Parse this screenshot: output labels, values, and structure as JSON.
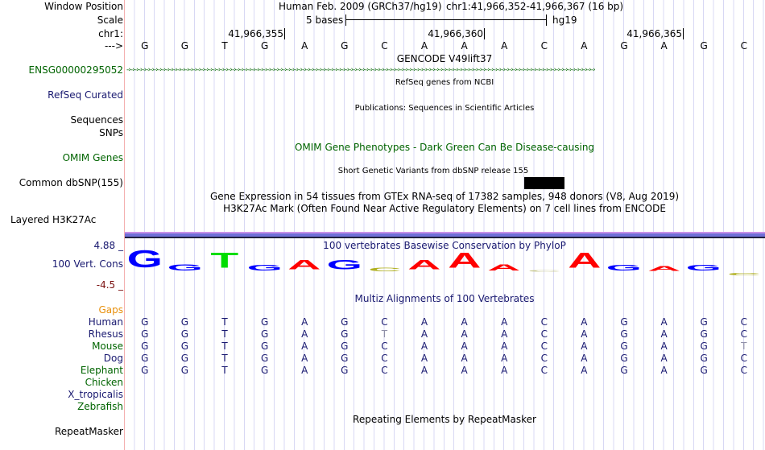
{
  "header": {
    "window_position_label": "Window Position",
    "assembly": "Human Feb. 2009 (GRCh37/hg19)",
    "position": "chr1:41,966,352-41,966,367 (16 bp)",
    "scale_label": "Scale",
    "scale_text": "5 bases",
    "scale_db": "hg19",
    "chrom_label": "chr1:",
    "ticks": [
      "41,966,355",
      "41,966,360",
      "41,966,365"
    ],
    "strand_label": "--->"
  },
  "bases": [
    "G",
    "G",
    "T",
    "G",
    "A",
    "G",
    "C",
    "A",
    "A",
    "A",
    "C",
    "A",
    "G",
    "A",
    "G",
    "C"
  ],
  "tracks": {
    "gencode_title": "GENCODE V49lift37",
    "gencode_label": "ENSG00000295052",
    "refseq_title": "RefSeq genes from NCBI",
    "refseq_label": "RefSeq Curated",
    "pubs_title": "Publications: Sequences in Scientific Articles",
    "pubs_label1": "Sequences",
    "pubs_label2": "SNPs",
    "omim_title": "OMIM Gene Phenotypes - Dark Green Can Be Disease-causing",
    "omim_label": "OMIM Genes",
    "snp_title": "Short Genetic Variants from dbSNP release 155",
    "snp_label": "Common dbSNP(155)",
    "gtex_title": "Gene Expression in 54 tissues from GTEx RNA-seq of 17382 samples, 948 donors (V8, Aug 2019)",
    "h3k_title": "H3K27Ac Mark (Often Found Near Active Regulatory Elements) on 7 cell lines from ENCODE",
    "h3k_label": "Layered H3K27Ac",
    "cons_title": "100 vertebrates Basewise Conservation by PhyloP",
    "cons_label": "100 Vert. Cons",
    "cons_max": "4.88 _",
    "cons_min": "-4.5 _",
    "multiz_title": "Multiz Alignments of 100 Vertebrates",
    "gaps_label": "Gaps",
    "rmsk_title": "Repeating Elements by RepeatMasker",
    "rmsk_label": "RepeatMasker"
  },
  "phylop": [
    {
      "b": "G",
      "v": 4.5,
      "c": "#0000ff"
    },
    {
      "b": "G",
      "v": 1.6,
      "c": "#0000ff"
    },
    {
      "b": "T",
      "v": 4.0,
      "c": "#00dd00"
    },
    {
      "b": "G",
      "v": 1.5,
      "c": "#0000ff"
    },
    {
      "b": "A",
      "v": 2.5,
      "c": "#ff0000"
    },
    {
      "b": "G",
      "v": 2.5,
      "c": "#0000ff"
    },
    {
      "b": "C",
      "v": 0.9,
      "c": "#b0b020"
    },
    {
      "b": "A",
      "v": 2.5,
      "c": "#ff0000"
    },
    {
      "b": "A",
      "v": 4.0,
      "c": "#ff0000"
    },
    {
      "b": "A",
      "v": 1.6,
      "c": "#ff0000"
    },
    {
      "b": "C",
      "v": 0.3,
      "c": "#c8c890"
    },
    {
      "b": "A",
      "v": 4.0,
      "c": "#ff0000"
    },
    {
      "b": "G",
      "v": 1.5,
      "c": "#0000ff"
    },
    {
      "b": "A",
      "v": 1.2,
      "c": "#ff0000"
    },
    {
      "b": "G",
      "v": 1.5,
      "c": "#0000ff"
    },
    {
      "b": "C",
      "v": -0.6,
      "c": "#b0b020"
    }
  ],
  "alignment": [
    {
      "species": "Human",
      "color": "#191970",
      "seq": "GGTGAGCAAACAGAGC"
    },
    {
      "species": "Rhesus",
      "color": "#191970",
      "seq": "GGTGAGTAAACAGAGC"
    },
    {
      "species": "Mouse",
      "color": "#006400",
      "seq": "GGTGAGCAAACAGAGT"
    },
    {
      "species": "Dog",
      "color": "#191970",
      "seq": "GGTGAGCAAACAGAGC"
    },
    {
      "species": "Elephant",
      "color": "#006400",
      "seq": "GGTGAGCAAACAGAGC"
    },
    {
      "species": "Chicken",
      "color": "#006400",
      "seq": ""
    },
    {
      "species": "X_tropicalis",
      "color": "#191970",
      "seq": ""
    },
    {
      "species": "Zebrafish",
      "color": "#006400",
      "seq": ""
    }
  ]
}
